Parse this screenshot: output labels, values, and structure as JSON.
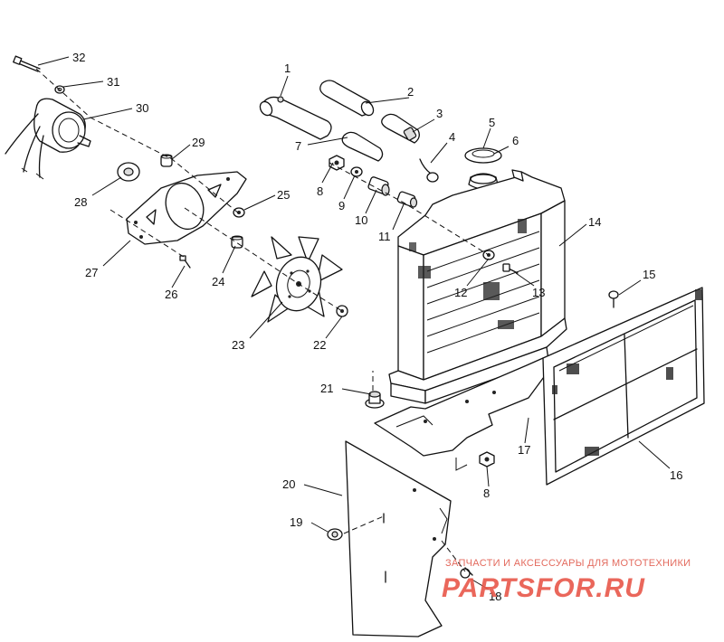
{
  "callouts": [
    {
      "n": "1"
    },
    {
      "n": "2"
    },
    {
      "n": "3"
    },
    {
      "n": "4"
    },
    {
      "n": "5"
    },
    {
      "n": "6"
    },
    {
      "n": "7"
    },
    {
      "n": "8"
    },
    {
      "n": "9"
    },
    {
      "n": "10"
    },
    {
      "n": "11"
    },
    {
      "n": "12"
    },
    {
      "n": "13"
    },
    {
      "n": "14"
    },
    {
      "n": "15"
    },
    {
      "n": "16"
    },
    {
      "n": "17"
    },
    {
      "n": "8"
    },
    {
      "n": "18"
    },
    {
      "n": "19"
    },
    {
      "n": "20"
    },
    {
      "n": "21"
    },
    {
      "n": "22"
    },
    {
      "n": "23"
    },
    {
      "n": "24"
    },
    {
      "n": "25"
    },
    {
      "n": "26"
    },
    {
      "n": "27"
    },
    {
      "n": "28"
    },
    {
      "n": "29"
    },
    {
      "n": "30"
    },
    {
      "n": "31"
    },
    {
      "n": "32"
    }
  ],
  "watermark": {
    "tagline": "ЗАПЧАСТИ И АКСЕССУАРЫ ДЛЯ МОТОТЕХНИКИ",
    "logo": "PARTSFOR.RU"
  },
  "colors": {
    "line": "#111111",
    "watermark": "#e8574a",
    "background": "#ffffff"
  }
}
